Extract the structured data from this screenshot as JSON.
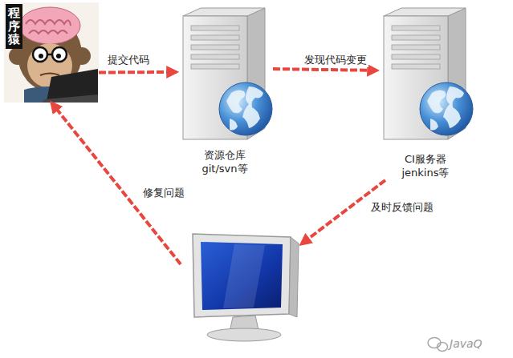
{
  "diagram": {
    "nodes": [
      {
        "text": [
          "程序猿"
        ]
      },
      {
        "text": [
          "资源仓库 git/svn等"
        ]
      },
      {
        "text": [
          "CI服务器 jenkins等"
        ]
      },
      {
        "text": []
      }
    ],
    "edges": [
      {
        "from": 0,
        "to": 1,
        "label": "提交代码",
        "arrow": "to"
      },
      {
        "from": 1,
        "to": 2,
        "label": "发现代码变更",
        "arrow": "to"
      },
      {
        "from": 2,
        "to": 3,
        "label": "及时反馈问题",
        "arrow": "to"
      },
      {
        "from": 3,
        "to": 0,
        "label": "修复问题",
        "arrow": "to"
      }
    ],
    "labels": [
      "JavaQ"
    ]
  }
}
